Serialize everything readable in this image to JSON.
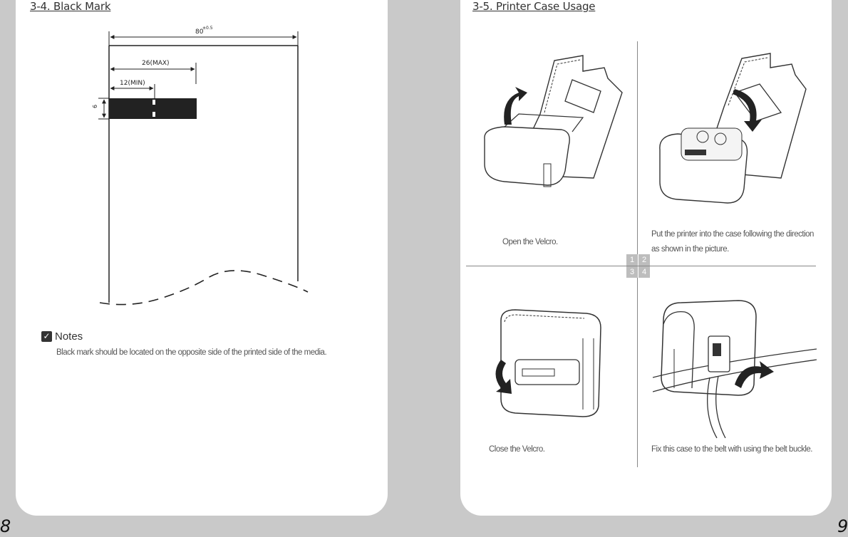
{
  "left_page": {
    "section_title": "3-4. Black Mark",
    "page_number": "8",
    "diagram": {
      "dim_total": "80",
      "dim_tolerance": "±0.5",
      "dim_max": "26(MAX)",
      "dim_min": "12(MIN)",
      "dim_height": "6"
    },
    "notes": {
      "heading": "Notes",
      "text": "Black mark should be located on the opposite side of the printed side of the media."
    }
  },
  "right_page": {
    "section_title": "3-5. Printer Case Usage",
    "page_number": "9",
    "steps": [
      {
        "num": "1",
        "caption": "Open the Velcro."
      },
      {
        "num": "2",
        "caption": "Put the printer into the case following the direction as shown in the picture."
      },
      {
        "num": "3",
        "caption": "Close the Velcro."
      },
      {
        "num": "4",
        "caption": "Fix this case to the belt with using the belt buckle."
      }
    ]
  },
  "colors": {
    "background": "#c9c9c9",
    "page": "#ffffff",
    "text": "#333333",
    "mark": "#222222"
  }
}
